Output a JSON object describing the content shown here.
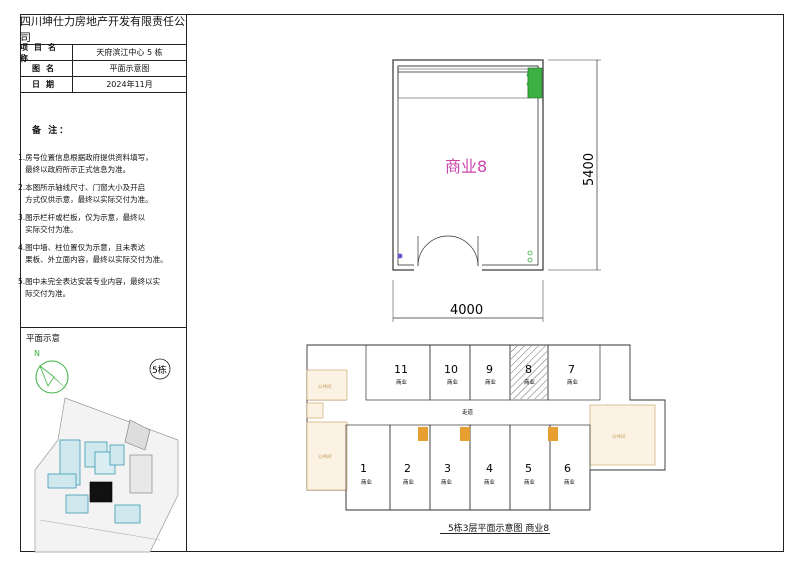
{
  "title_block": {
    "company": "四川坤仕力房地产开发有限责任公司",
    "rows": [
      {
        "key": "项目名称",
        "value": "天府滨江中心 5 栋"
      },
      {
        "key": "图名",
        "value": "平面示意图"
      },
      {
        "key": "日期",
        "value": "2024年11月"
      }
    ]
  },
  "notes": {
    "title": "备 注：",
    "items": [
      "1.房号位置信息根据政府提供资料填写，\n   最终以政府所示正式信息为准。",
      "2.本图所示轴线尺寸、门窗大小及开启\n   方式仅供示意，最终以实际交付为准。",
      "3.图示栏杆或栏板，仅为示意，最终以\n   实际交付为准。",
      "4.图中墙、柱位置仅为示意，且未表达\n   果板、外立面内容，最终以实际交付为准。",
      "5.图中未完全表达安装专业内容，最终以实\n   际交付为准。"
    ]
  },
  "site_plan": {
    "title": "平面示意",
    "building_label": "5栋",
    "north_label": "N"
  },
  "unit_plan": {
    "unit_label": "商业8",
    "dim_width": "4000",
    "dim_depth": "5400"
  },
  "floor_plan": {
    "caption": "5栋3层平面示意图  商业8",
    "corridor_label": "走道",
    "use_label": "商业",
    "highlight_unit": "8",
    "top_units": [
      "11",
      "10",
      "9",
      "8",
      "7"
    ],
    "bottom_units": [
      "1",
      "2",
      "3",
      "4",
      "5",
      "6"
    ],
    "aux_labels": [
      "公共间",
      "公共间",
      "公共间"
    ]
  },
  "colors": {
    "accent": "#cc44aa",
    "green": "#3cb043",
    "orange": "#e6a030",
    "door_blue": "#5a5acc"
  }
}
